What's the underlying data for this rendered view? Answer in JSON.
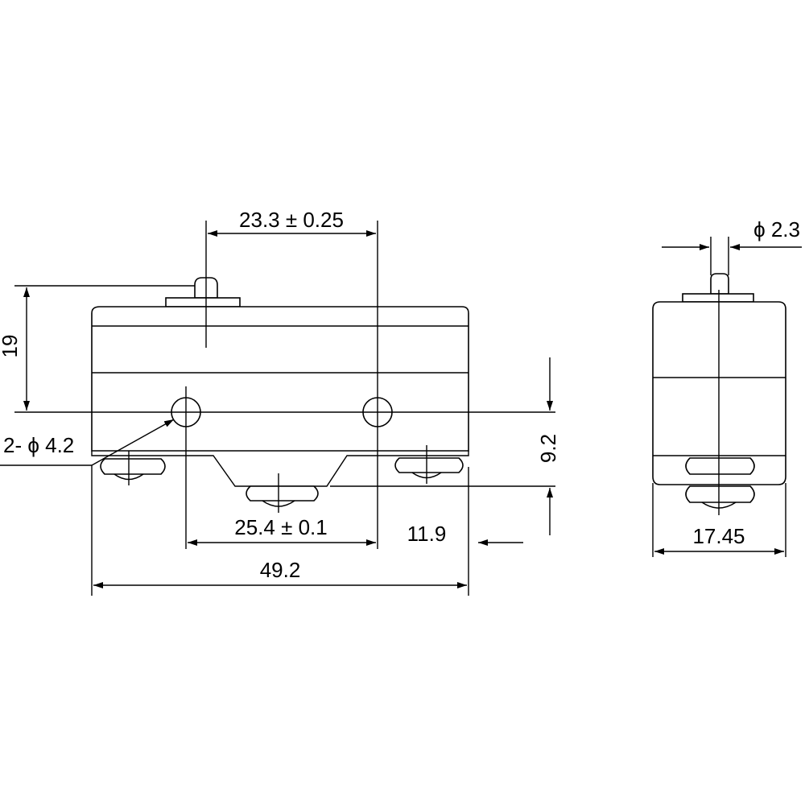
{
  "drawing": {
    "colors": {
      "line": "#000000",
      "background": "#ffffff"
    },
    "dimensions": {
      "actuator_offset": "23.3 ± 0.25",
      "height": "19",
      "mounting_holes": "2- ϕ 4.2",
      "vertical_offset": "9.2",
      "hole_pitch": "25.4 ± 0.1",
      "terminal_offset": "11.9",
      "overall_length": "49.2",
      "plunger_diameter": "ϕ 2.3",
      "body_width": "17.45"
    }
  }
}
